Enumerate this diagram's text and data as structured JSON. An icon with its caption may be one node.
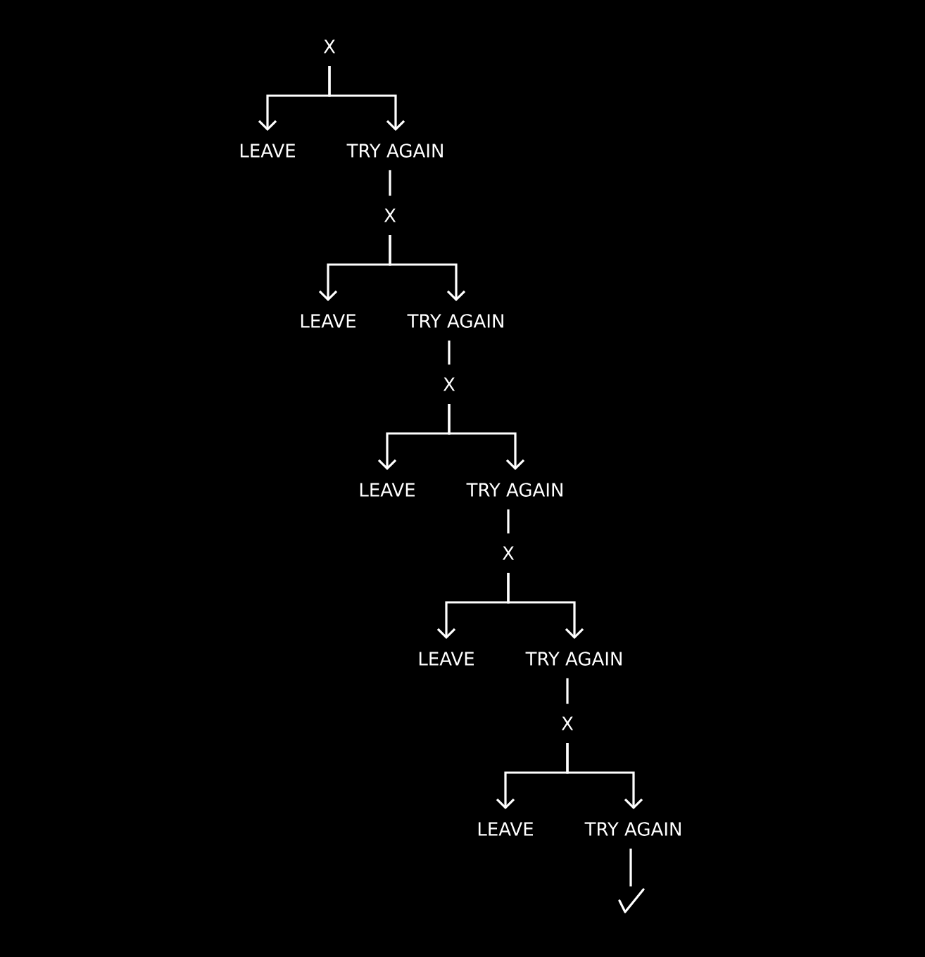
{
  "diagram": {
    "nodes": [
      {
        "text": [
          "X"
        ]
      },
      {
        "text": [
          "LEAVE"
        ]
      },
      {
        "text": [
          "TRY AGAIN"
        ]
      },
      {
        "text": [
          "X"
        ]
      },
      {
        "text": [
          "LEAVE"
        ]
      },
      {
        "text": [
          "TRY AGAIN"
        ]
      },
      {
        "text": [
          "X"
        ]
      },
      {
        "text": [
          "LEAVE"
        ]
      },
      {
        "text": [
          "TRY AGAIN"
        ]
      },
      {
        "text": [
          "X"
        ]
      },
      {
        "text": [
          "LEAVE"
        ]
      },
      {
        "text": [
          "TRY AGAIN"
        ]
      },
      {
        "text": [
          "X"
        ]
      },
      {
        "text": [
          "LEAVE"
        ]
      },
      {
        "text": [
          "TRY AGAIN"
        ]
      },
      {
        "text": [],
        "shape": "check"
      }
    ],
    "edges": [
      {
        "from": 0,
        "to": 1,
        "arrow": "to"
      },
      {
        "from": 0,
        "to": 2,
        "arrow": "to"
      },
      {
        "from": 2,
        "to": 3,
        "arrow": "none"
      },
      {
        "from": 3,
        "to": 4,
        "arrow": "to"
      },
      {
        "from": 3,
        "to": 5,
        "arrow": "to"
      },
      {
        "from": 5,
        "to": 6,
        "arrow": "none"
      },
      {
        "from": 6,
        "to": 7,
        "arrow": "to"
      },
      {
        "from": 6,
        "to": 8,
        "arrow": "to"
      },
      {
        "from": 8,
        "to": 9,
        "arrow": "none"
      },
      {
        "from": 9,
        "to": 10,
        "arrow": "to"
      },
      {
        "from": 9,
        "to": 11,
        "arrow": "to"
      },
      {
        "from": 11,
        "to": 12,
        "arrow": "none"
      },
      {
        "from": 12,
        "to": 13,
        "arrow": "to"
      },
      {
        "from": 12,
        "to": 14,
        "arrow": "to"
      },
      {
        "from": 14,
        "to": 15,
        "arrow": "none"
      }
    ]
  }
}
